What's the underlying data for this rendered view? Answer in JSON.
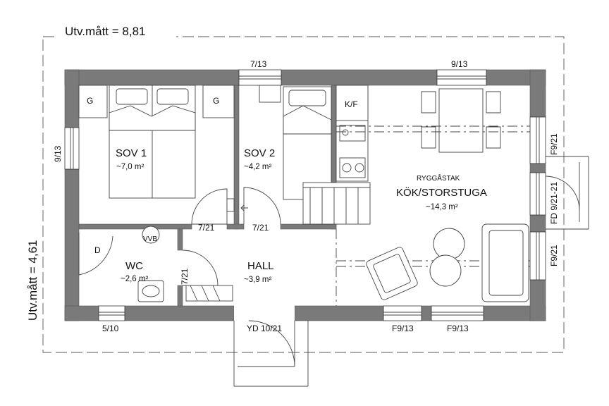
{
  "dimensions": {
    "width_label": "Utv.mått = 8,81",
    "height_label": "Utv.mått = 4,61"
  },
  "rooms": {
    "sov1": {
      "name": "SOV 1",
      "area": "~7,0 m²"
    },
    "sov2": {
      "name": "SOV 2",
      "area": "~4,2 m²"
    },
    "wc": {
      "name": "WC",
      "area": "~2,6 m²"
    },
    "hall": {
      "name": "HALL",
      "area": "~3,9 m²"
    },
    "kitchen": {
      "note": "RYGGÅSTAK",
      "name": "KÖK/STORSTUGA",
      "area": "~14,3 m²"
    }
  },
  "fixtures": {
    "wardrobe_left": "G",
    "wardrobe_right": "G",
    "fridge": "K/F",
    "dryer": "D",
    "toilet": "VVB"
  },
  "openings": {
    "window_top_sov2": "7/13",
    "window_top_kitchen": "9/13",
    "window_left_sov1": "9/13",
    "window_bottom_wc": "5/10",
    "entry_door": "YD 10/21",
    "window_bottom_1": "F9/13",
    "window_bottom_2": "F9/13",
    "door_sov1": "7/21",
    "door_sov2": "7/21",
    "door_wc": "7/21",
    "window_right_top": "F9/21",
    "door_right": "FD 9/21-21",
    "window_right_bottom": "F9/21"
  }
}
